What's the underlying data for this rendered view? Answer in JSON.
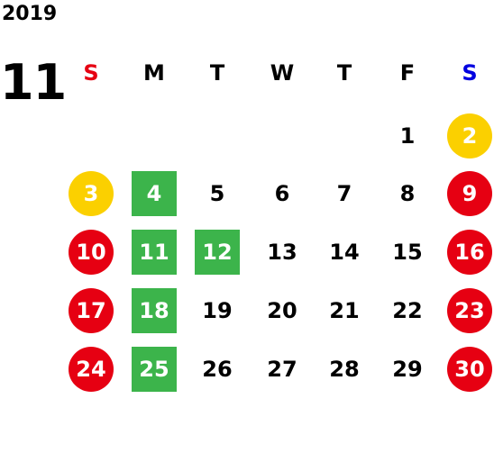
{
  "year": "2019",
  "month": "11",
  "colors": {
    "sunday_label": "#e60012",
    "saturday_label": "#0000e0",
    "weekday_label": "#000000",
    "holiday_red": "#e60012",
    "holiday_yellow": "#fbd000",
    "green_mark": "#3cb44b",
    "day_text": "#000000"
  },
  "weekdays": [
    {
      "label": "S",
      "color": "#e60012"
    },
    {
      "label": "M",
      "color": "#000000"
    },
    {
      "label": "T",
      "color": "#000000"
    },
    {
      "label": "W",
      "color": "#000000"
    },
    {
      "label": "T",
      "color": "#000000"
    },
    {
      "label": "F",
      "color": "#000000"
    },
    {
      "label": "S",
      "color": "#0000e0"
    }
  ],
  "days": [
    {
      "n": "1",
      "week": 0,
      "col": 5,
      "mark": "none"
    },
    {
      "n": "2",
      "week": 0,
      "col": 6,
      "mark": "circle-yellow"
    },
    {
      "n": "3",
      "week": 1,
      "col": 0,
      "mark": "circle-yellow"
    },
    {
      "n": "4",
      "week": 1,
      "col": 1,
      "mark": "square-green"
    },
    {
      "n": "5",
      "week": 1,
      "col": 2,
      "mark": "none"
    },
    {
      "n": "6",
      "week": 1,
      "col": 3,
      "mark": "none"
    },
    {
      "n": "7",
      "week": 1,
      "col": 4,
      "mark": "none"
    },
    {
      "n": "8",
      "week": 1,
      "col": 5,
      "mark": "none"
    },
    {
      "n": "9",
      "week": 1,
      "col": 6,
      "mark": "circle-red"
    },
    {
      "n": "10",
      "week": 2,
      "col": 0,
      "mark": "circle-red"
    },
    {
      "n": "11",
      "week": 2,
      "col": 1,
      "mark": "square-green"
    },
    {
      "n": "12",
      "week": 2,
      "col": 2,
      "mark": "square-green"
    },
    {
      "n": "13",
      "week": 2,
      "col": 3,
      "mark": "none"
    },
    {
      "n": "14",
      "week": 2,
      "col": 4,
      "mark": "none"
    },
    {
      "n": "15",
      "week": 2,
      "col": 5,
      "mark": "none"
    },
    {
      "n": "16",
      "week": 2,
      "col": 6,
      "mark": "circle-red"
    },
    {
      "n": "17",
      "week": 3,
      "col": 0,
      "mark": "circle-red"
    },
    {
      "n": "18",
      "week": 3,
      "col": 1,
      "mark": "square-green"
    },
    {
      "n": "19",
      "week": 3,
      "col": 2,
      "mark": "none"
    },
    {
      "n": "20",
      "week": 3,
      "col": 3,
      "mark": "none"
    },
    {
      "n": "21",
      "week": 3,
      "col": 4,
      "mark": "none"
    },
    {
      "n": "22",
      "week": 3,
      "col": 5,
      "mark": "none"
    },
    {
      "n": "23",
      "week": 3,
      "col": 6,
      "mark": "circle-red"
    },
    {
      "n": "24",
      "week": 4,
      "col": 0,
      "mark": "circle-red"
    },
    {
      "n": "25",
      "week": 4,
      "col": 1,
      "mark": "square-green"
    },
    {
      "n": "26",
      "week": 4,
      "col": 2,
      "mark": "none"
    },
    {
      "n": "27",
      "week": 4,
      "col": 3,
      "mark": "none"
    },
    {
      "n": "28",
      "week": 4,
      "col": 4,
      "mark": "none"
    },
    {
      "n": "29",
      "week": 4,
      "col": 5,
      "mark": "none"
    },
    {
      "n": "30",
      "week": 4,
      "col": 6,
      "mark": "circle-red"
    }
  ]
}
